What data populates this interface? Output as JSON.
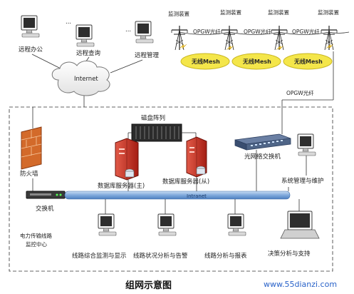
{
  "diagram": {
    "title": "组网示意图",
    "watermark": "www.55dianzi.com",
    "internet_label": "Internet",
    "intranet_label": "Intranet",
    "remote": {
      "office": "远程办公",
      "query": "远程查询",
      "manage": "远程管理",
      "dots": "..."
    },
    "field": {
      "monitor_device": "监测装置",
      "opgw_fiber": "OPGW光纤",
      "wireless_mesh": "无线Mesh",
      "opgw_down": "OPGW光纤"
    },
    "center": {
      "disk_array": "磁盘阵列",
      "firewall": "防火墙",
      "switch": "交换机",
      "db_master": "数据库服务器(主)",
      "db_slave": "数据库服务器(从)",
      "optical_switch": "光网络交换机",
      "sys_manage": "系统管理与维护",
      "center_name_1": "电力传输线路",
      "center_name_2": "监控中心"
    },
    "clients": {
      "c1": "线路综合监测与显示",
      "c2": "线路状况分析与告警",
      "c3": "线路分析与报表",
      "c4": "决策分析与支持"
    },
    "colors": {
      "bus": "#6fa0d8",
      "server": "#d23a2a",
      "firewall": "#d36a2a",
      "mesh": "#f4e64a",
      "pc_screen": "#2e2e2e"
    }
  }
}
